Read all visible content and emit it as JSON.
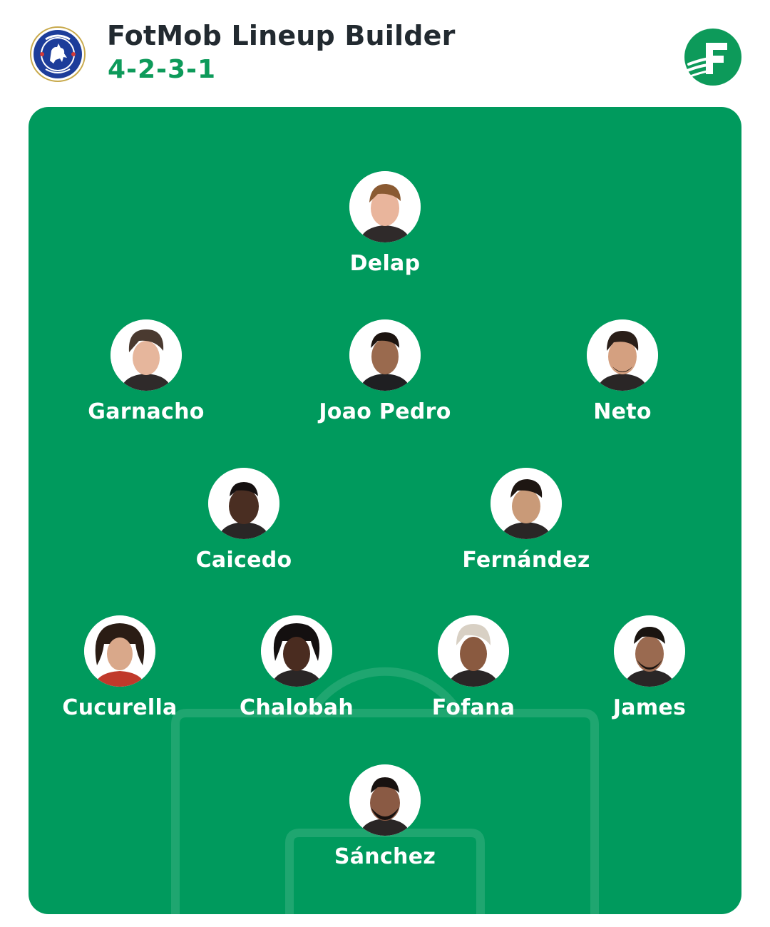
{
  "header": {
    "title": "FotMob Lineup Builder",
    "formation": "4-2-3-1"
  },
  "colors": {
    "accent": "#0d9a5a",
    "pitch": "#009a5d",
    "crest_blue": "#1d3d9a",
    "crest_gold": "#c8a94b"
  },
  "icons": {
    "club_crest": "chelsea-crest-icon",
    "app_logo": "fotmob-logo-icon"
  },
  "players": {
    "delap": {
      "name": "Delap",
      "skin": "#e9b59c",
      "hair": "#8a5a32"
    },
    "garnacho": {
      "name": "Garnacho",
      "skin": "#e6b69c",
      "hair": "#4a3a30"
    },
    "joao_pedro": {
      "name": "Joao Pedro",
      "skin": "#9a6a4e",
      "hair": "#1c1410"
    },
    "neto": {
      "name": "Neto",
      "skin": "#d4a080",
      "hair": "#2a1e18"
    },
    "caicedo": {
      "name": "Caicedo",
      "skin": "#4a2e22",
      "hair": "#151010"
    },
    "fernandez": {
      "name": "Fernández",
      "skin": "#c99a78",
      "hair": "#1e1612"
    },
    "cucurella": {
      "name": "Cucurella",
      "skin": "#d9a88a",
      "hair": "#2a1c14"
    },
    "chalobah": {
      "name": "Chalobah",
      "skin": "#4a2c20",
      "hair": "#141010"
    },
    "fofana": {
      "name": "Fofana",
      "skin": "#8a5a40",
      "hair": "#d8d0c4"
    },
    "james": {
      "name": "James",
      "skin": "#9a6a50",
      "hair": "#1a1410"
    },
    "sanchez": {
      "name": "Sánchez",
      "skin": "#8a5a44",
      "hair": "#181210"
    }
  }
}
